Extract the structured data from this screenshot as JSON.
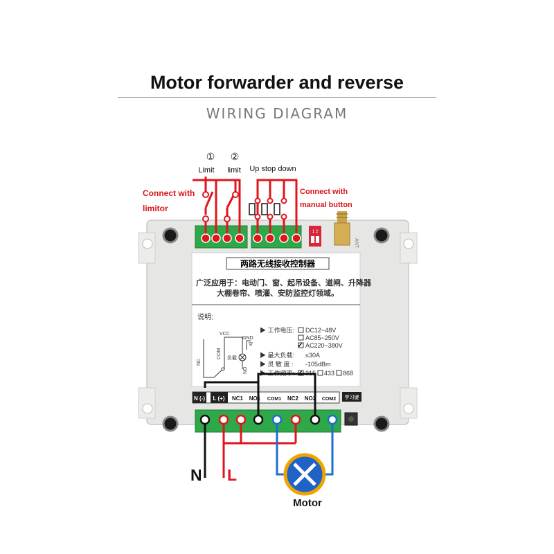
{
  "header": {
    "title": "Motor forwarder and reverse",
    "subtitle": "WIRING DIAGRAM"
  },
  "annotations": {
    "limit1_num": "①",
    "limit1": "Limit",
    "limit2_num": "②",
    "limit2": "limit",
    "buttons": "Up stop down",
    "connect_limitor_1": "Connect with",
    "connect_limitor_2": "limitor",
    "connect_manual_1": "Connect with",
    "connect_manual_2": "manual button",
    "neutral": "N",
    "live": "L",
    "motor": "Motor"
  },
  "panel": {
    "heading": "两路无线接收控制器",
    "usage_1": "广泛应用于：电动门、窗、起吊设备、道闸、升降器",
    "usage_2": "大棚卷帘、喷灌、安防监控灯领域。",
    "notes": "说明;",
    "vcc": "VCC",
    "gnd": "GND",
    "com": "COM",
    "nc": "NC",
    "no": "NO",
    "load": "负载",
    "spec_voltage": "▶ 工作电压:",
    "v1": "DC12~48V",
    "v2": "AC85~250V",
    "v3": "AC220~380V",
    "spec_load": "▶ 最大负载:",
    "load_val": "≤30A",
    "spec_sens": "▶ 灵 敏 度 :",
    "sens_val": "-105dBm",
    "spec_freq": "▶ 工作频率:",
    "f1": "315",
    "f2": "433",
    "f3": "868"
  },
  "terminals": [
    "N (-)",
    "L (+)",
    "NC1",
    "NO1",
    "COM1",
    "NC2",
    "NO2",
    "COM2"
  ],
  "learn_key": "学习键",
  "antenna_label": "ANT",
  "dip_label": "1 2",
  "colors": {
    "red_wire": "#e0141c",
    "blue_wire": "#1a6fd1",
    "black_wire": "#111111",
    "terminal_green": "#2fa84a",
    "housing": "#e8e8e6",
    "motor_blue": "#1f63c7",
    "motor_ring": "#f0a400",
    "annotation_red": "#d8141c"
  }
}
